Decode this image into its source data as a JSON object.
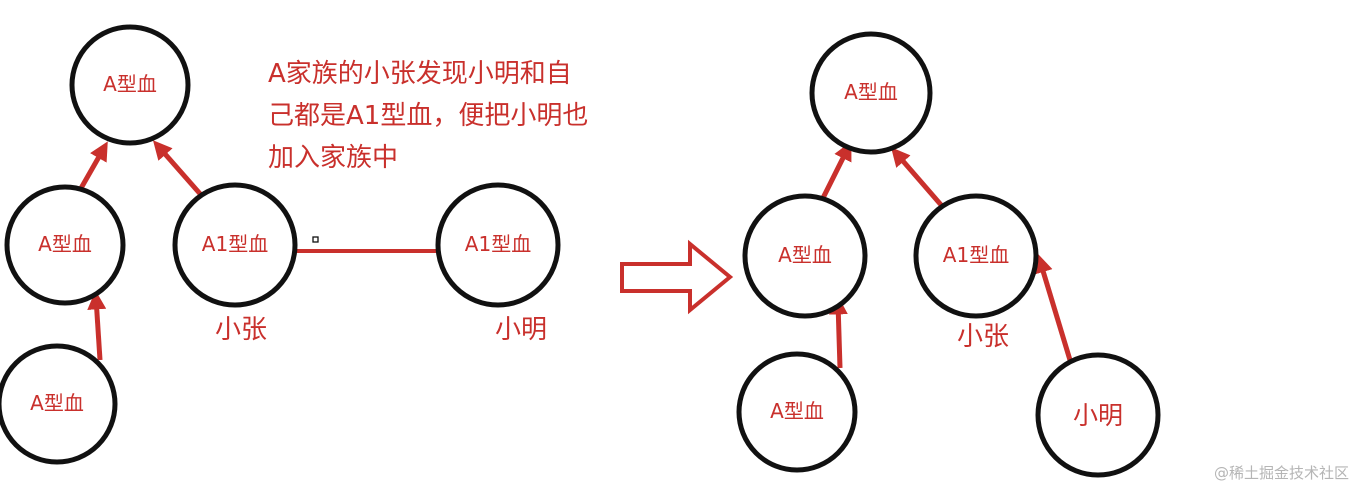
{
  "colors": {
    "accent": "#c9302c",
    "stroke": "#111111",
    "watermark": "#b5b5b5"
  },
  "annotation": {
    "lines": [
      "A家族的小张发现小明和自",
      "己都是A1型血，便把小明也",
      "加入家族中"
    ]
  },
  "before": {
    "nodes": {
      "root": "A型血",
      "left_child": "A型血",
      "xiaozhang": "A1型血",
      "left_grandchild": "A型血",
      "xiaoming": "A1型血"
    },
    "names": {
      "xiaozhang": "小张",
      "xiaoming": "小明"
    }
  },
  "after": {
    "nodes": {
      "root": "A型血",
      "left_child": "A型血",
      "xiaozhang": "A1型血",
      "left_grandchild": "A型血",
      "xiaoming": "小明"
    },
    "names": {
      "xiaozhang": "小张"
    }
  },
  "watermark": "@稀土掘金技术社区"
}
